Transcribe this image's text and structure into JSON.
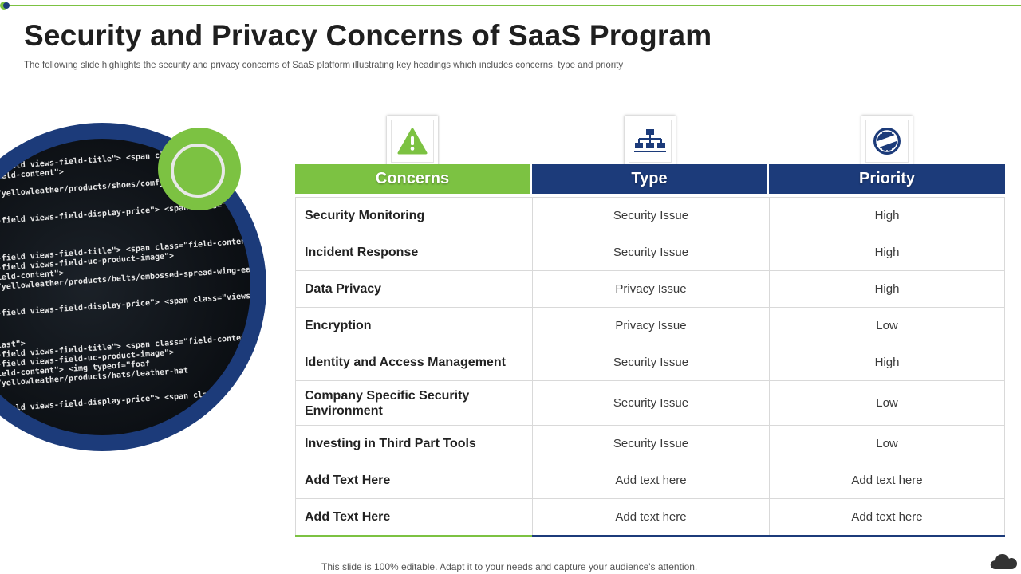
{
  "slide": {
    "title": "Security and Privacy Concerns of SaaS Program",
    "subtitle": "The following slide highlights the security and privacy concerns of SaaS platform illustrating key headings which includes concerns, type and priority",
    "footer": "This slide is 100% editable. Adapt it to your needs and capture your audience's attention."
  },
  "colors": {
    "green": "#7cc242",
    "navy": "#1c3b7a"
  },
  "icons": [
    "warning-icon",
    "network-hierarchy-icon",
    "priority-seal-icon",
    "cloud-icon"
  ],
  "table": {
    "headers": [
      "Concerns",
      "Type",
      "Priority"
    ],
    "rows": [
      {
        "concern": "Security Monitoring",
        "type": "Security Issue",
        "priority": "High"
      },
      {
        "concern": "Incident Response",
        "type": "Security Issue",
        "priority": "High"
      },
      {
        "concern": "Data Privacy",
        "type": "Privacy Issue",
        "priority": "High"
      },
      {
        "concern": "Encryption",
        "type": "Privacy Issue",
        "priority": "Low"
      },
      {
        "concern": "Identity and Access Management",
        "type": "Security Issue",
        "priority": "High"
      },
      {
        "concern": "Company Specific Security Environment",
        "type": "Security Issue",
        "priority": "Low"
      },
      {
        "concern": "Investing in Third Part Tools",
        "type": "Security Issue",
        "priority": "Low"
      },
      {
        "concern": "Add Text Here",
        "type": "Add text here",
        "priority": "Add text here"
      },
      {
        "concern": "Add Text Here",
        "type": "Add text here",
        "priority": "Add text here"
      }
    ]
  },
  "code_image": {
    "lines": [
      "-field views-field-title\"> <span class=\"",
      "ield-content\">",
      "/yellowleather/products/shoes/comfy-leather-shoes",
      "-field views-field-display-price\"> <span class=\"views-label",
      "-field views-field-title\"> <span class=\"field-content\"> href",
      "-field views-field-uc-product-image\">",
      "ield-content\">",
      "/yellowleather/products/belts/embossed-spread-wing-eagle-belt",
      "-field views-field-display-price\"> <span class=\"views-label",
      "last\">",
      "-field views-field-title\"> <span class=\"field-content\">",
      "-field views-field-uc-product-image\">",
      "ield-content\"> <img typeof=\"foaf",
      "/yellowleather/products/hats/leather-hat",
      "-field views-field-display-price\"> <span class=\"views-label"
    ]
  }
}
